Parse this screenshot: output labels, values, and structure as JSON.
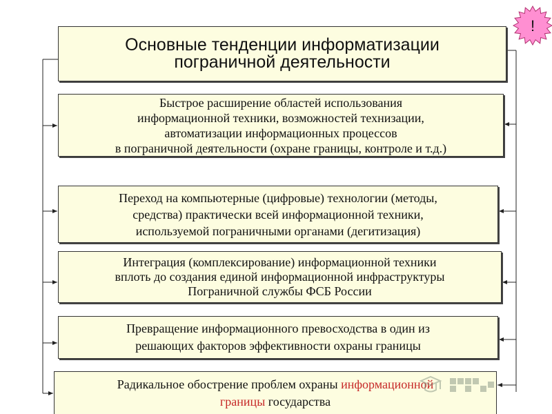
{
  "title": {
    "line1": "Основные тенденции информатизации",
    "line2": "пограничной деятельности"
  },
  "badge": {
    "symbol": "!",
    "fill": "#ff8fd2"
  },
  "box_fill": "#fdfde0",
  "boxes": [
    {
      "lines": [
        "Быстрое расширение областей использования",
        "информационной техники,  возможностей технизации,",
        "автоматизации информационных процессов",
        "в пограничной деятельности (охране границы,  контроле и т.д.)"
      ]
    },
    {
      "lines": [
        "Переход на компьютерные (цифровые)  технологии (методы,",
        "средства)  практически  всей информационной техники,",
        "используемой пограничными органами  (дегитизация)"
      ]
    },
    {
      "lines": [
        "Интеграция  (комплексирование)  информационной техники",
        "вплоть до создания единой информационной инфраструктуры",
        "Пограничной службы ФСБ России"
      ]
    },
    {
      "lines": [
        "Превращение  информационного превосходства в один из",
        "решающих факторов эффективности охраны границы"
      ]
    },
    {
      "line1_pre": "Радикальное обострение проблем охраны ",
      "line1_red": "информационной",
      "line2_red": "границы",
      "line2_post": " государства"
    }
  ]
}
